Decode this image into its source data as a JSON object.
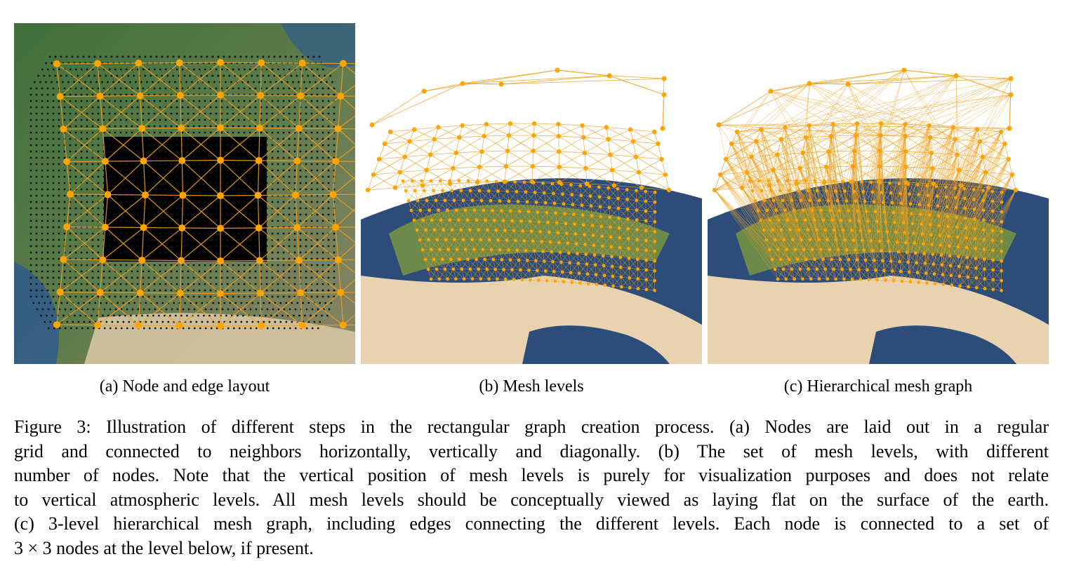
{
  "panels": [
    {
      "id": "a",
      "caption": "(a) Node and edge layout"
    },
    {
      "id": "b",
      "caption": "(b) Mesh levels"
    },
    {
      "id": "c",
      "caption": "(c) Hierarchical mesh graph"
    }
  ],
  "figure_caption_lines": [
    "Figure 3: Illustration of different steps in the rectangular graph creation process. (a) Nodes are laid out in a regular",
    "grid and connected to neighbors horizontally, vertically and diagonally. (b) The set of mesh levels, with different",
    "number of nodes. Note that the vertical position of mesh levels is purely for visualization purposes and does not relate",
    "to vertical atmospheric levels. All mesh levels should be conceptually viewed as laying flat on the surface of the earth.",
    "(c) 3-level hierarchical mesh graph, including edges connecting the different levels. Each node is connected to a set of",
    "3 × 3 nodes at the level below, if present."
  ],
  "colors": {
    "node": "#ffa500",
    "edge": "#f0a020",
    "ocean": "#2c4d7a",
    "land": "#6e8a4a",
    "desert": "#e8d2b0",
    "sky": "#ffffff"
  }
}
